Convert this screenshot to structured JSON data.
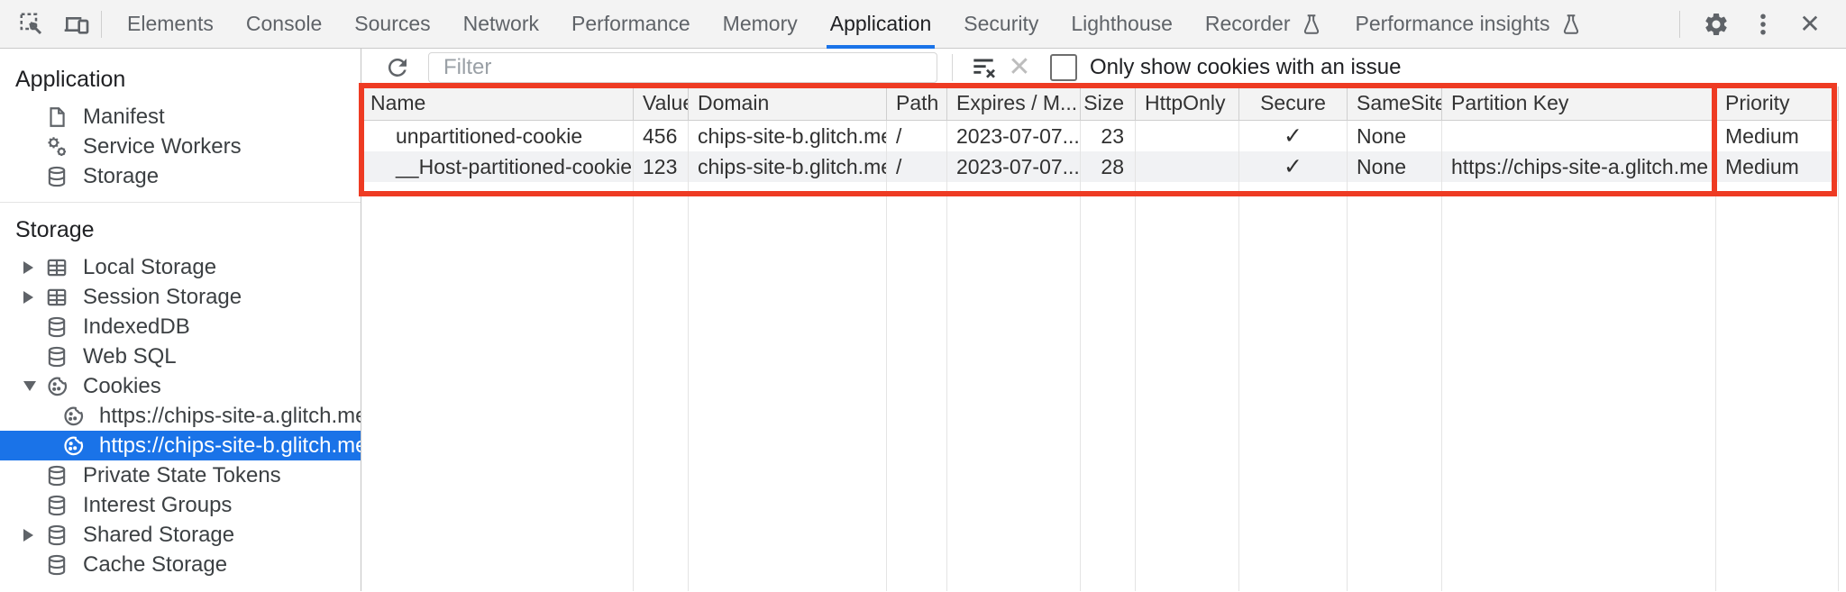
{
  "top_bar": {
    "tabs": [
      {
        "label": "Elements"
      },
      {
        "label": "Console"
      },
      {
        "label": "Sources"
      },
      {
        "label": "Network"
      },
      {
        "label": "Performance"
      },
      {
        "label": "Memory"
      },
      {
        "label": "Application",
        "active": true
      },
      {
        "label": "Security"
      },
      {
        "label": "Lighthouse"
      },
      {
        "label": "Recorder",
        "experimental": true
      },
      {
        "label": "Performance insights",
        "experimental": true
      }
    ],
    "close_glyph": "✕"
  },
  "sidebar": {
    "sections": [
      {
        "title": "Application",
        "items": [
          {
            "label": "Manifest",
            "icon": "file-icon"
          },
          {
            "label": "Service Workers",
            "icon": "gears-icon"
          },
          {
            "label": "Storage",
            "icon": "database-icon"
          }
        ]
      },
      {
        "title": "Storage",
        "items": [
          {
            "label": "Local Storage",
            "icon": "table-icon",
            "expander": "collapsed"
          },
          {
            "label": "Session Storage",
            "icon": "table-icon",
            "expander": "collapsed"
          },
          {
            "label": "IndexedDB",
            "icon": "database-icon"
          },
          {
            "label": "Web SQL",
            "icon": "database-icon"
          },
          {
            "label": "Cookies",
            "icon": "cookie-icon",
            "expander": "expanded"
          },
          {
            "label": "https://chips-site-a.glitch.me",
            "icon": "cookie-icon",
            "child": true
          },
          {
            "label": "https://chips-site-b.glitch.me",
            "icon": "cookie-icon",
            "child": true,
            "selected": true
          },
          {
            "label": "Private State Tokens",
            "icon": "database-icon"
          },
          {
            "label": "Interest Groups",
            "icon": "database-icon"
          },
          {
            "label": "Shared Storage",
            "icon": "database-icon",
            "expander": "collapsed"
          },
          {
            "label": "Cache Storage",
            "icon": "database-icon"
          }
        ]
      }
    ]
  },
  "toolbar": {
    "filter_placeholder": "Filter",
    "clear_glyph": "✕",
    "checkbox_label": "Only show cookies with an issue",
    "checkbox_checked": false
  },
  "cookie_table": {
    "columns": [
      "Name",
      "Value",
      "Domain",
      "Path",
      "Expires / M...",
      "Size",
      "HttpOnly",
      "Secure",
      "SameSite",
      "Partition Key",
      "Priority"
    ],
    "rows": [
      {
        "name": "unpartitioned-cookie",
        "value": "456",
        "domain": "chips-site-b.glitch.me",
        "path": "/",
        "expires": "2023-07-07...",
        "size": "23",
        "http_only": "",
        "secure": "✓",
        "same_site": "None",
        "partition_key": "",
        "priority": "Medium"
      },
      {
        "name": "__Host-partitioned-cookie",
        "value": "123",
        "domain": "chips-site-b.glitch.me",
        "path": "/",
        "expires": "2023-07-07...",
        "size": "28",
        "http_only": "",
        "secure": "✓",
        "same_site": "None",
        "partition_key": "https://chips-site-a.glitch.me",
        "priority": "Medium"
      }
    ]
  },
  "annotation": {
    "color": "#ee3b23"
  },
  "theme": {
    "accent_blue": "#1a73e8",
    "selected_item_text": "#ffffff"
  }
}
